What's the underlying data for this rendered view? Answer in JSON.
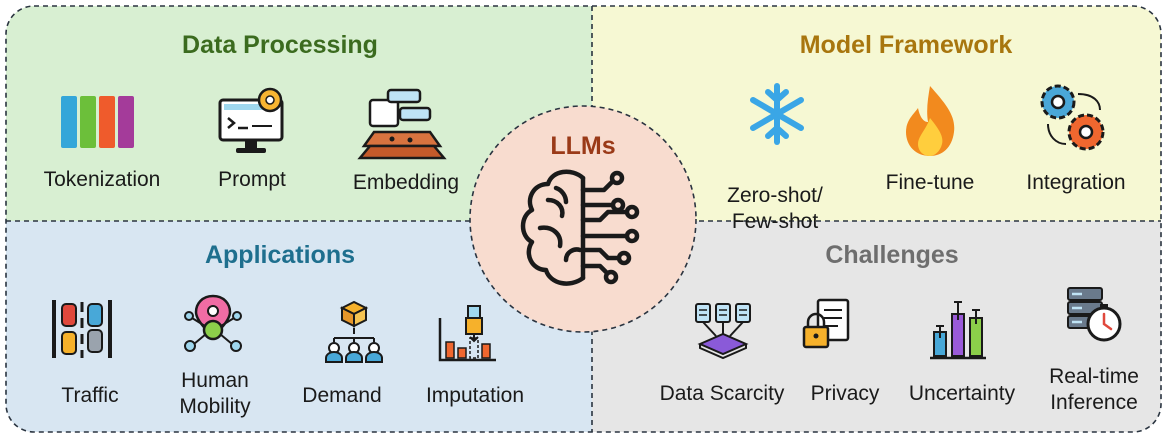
{
  "center": {
    "label": "LLMs"
  },
  "quadrants": {
    "data_processing": {
      "title": "Data Processing",
      "color": "#3b6b1f",
      "items": [
        "Tokenization",
        "Prompt",
        "Embedding"
      ]
    },
    "model_framework": {
      "title": "Model Framework",
      "color": "#a8760e",
      "items": [
        "Zero-shot/\nFew-shot",
        "Fine-tune",
        "Integration"
      ]
    },
    "applications": {
      "title": "Applications",
      "color": "#1e6f8e",
      "items": [
        "Traffic",
        "Human\nMobility",
        "Demand",
        "Imputation"
      ]
    },
    "challenges": {
      "title": "Challenges",
      "color": "#6e6e6e",
      "items": [
        "Data Scarcity",
        "Privacy",
        "Uncertainty",
        "Real-time\nInference"
      ]
    }
  },
  "colors": {
    "data_processing_bg": "#d8efd2",
    "model_framework_bg": "#f6f8d3",
    "applications_bg": "#d8e6f2",
    "challenges_bg": "#e6e6e6",
    "center_bg": "#f8dccf",
    "center_text": "#9a3a18",
    "border": "#2a3440"
  }
}
